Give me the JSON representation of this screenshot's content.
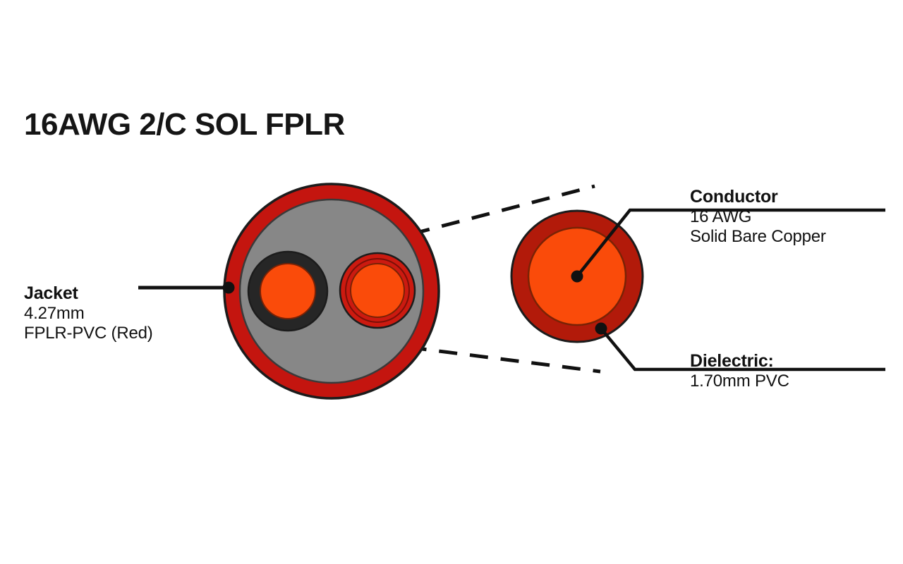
{
  "diagram": {
    "title": "16AWG 2/C SOL FPLR",
    "background_color": "#ffffff",
    "line_color": "#111111"
  },
  "callouts": {
    "jacket": {
      "name": "Jacket",
      "spec_size": "4.27mm",
      "spec_material": "FPLR-PVC (Red)"
    },
    "conductor": {
      "name": "Conductor",
      "spec_size": "16 AWG",
      "spec_material": "Solid Bare Copper"
    },
    "dielectric": {
      "name": "Dielectric:",
      "spec_size": "1.70mm PVC",
      "spec_material": ""
    }
  },
  "colors": {
    "jacket_red": "#c4150f",
    "jacket_stroke": "#1c1c1c",
    "filler_gray": "#878787",
    "filler_stroke": "#3a3a3a",
    "insulation_black": "#262626",
    "insulation_red": "#cc1a10",
    "dielectric_red": "#b21a0a",
    "copper_orange": "#fa4b0a",
    "copper_stroke": "#7a2205",
    "leader_black": "#111111"
  },
  "cross_section": {
    "label": "main-cable-cross-section",
    "conductor_count": 2,
    "outer_layer": "FPLR-PVC jacket (red)",
    "filler_layer": "gray filler",
    "conductors": [
      {
        "insulation": "black",
        "core": "bare copper"
      },
      {
        "insulation": "red",
        "core": "bare copper"
      }
    ]
  },
  "detail_view": {
    "label": "conductor-detail-magnified",
    "outer_layer": "PVC dielectric (red)",
    "core_layer": "solid bare copper"
  }
}
